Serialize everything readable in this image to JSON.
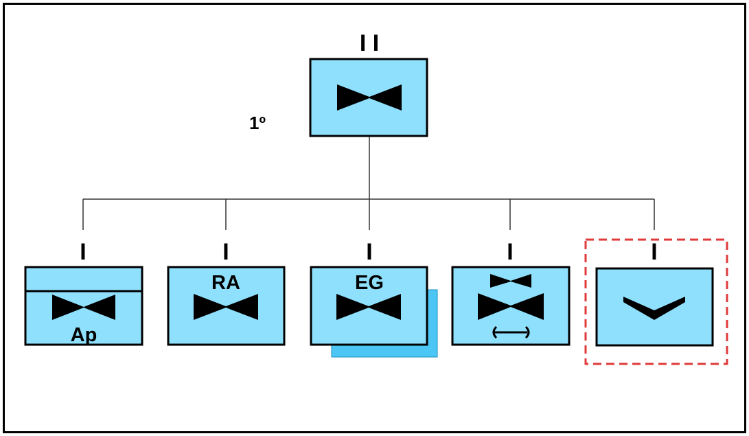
{
  "diagram": {
    "level_label": "1º",
    "top_marker": "I I",
    "child_marker": "I",
    "nodes": [
      {
        "id": "root",
        "label": ""
      },
      {
        "id": "child-ap",
        "label": "Ap"
      },
      {
        "id": "child-ra",
        "label": "RA"
      },
      {
        "id": "child-eg",
        "label": "EG"
      },
      {
        "id": "child-double-valve",
        "label": ""
      },
      {
        "id": "child-chevron",
        "label": ""
      }
    ],
    "highlighted_node": "child-chevron",
    "colors": {
      "box_fill": "#8fe0fd",
      "shadow_fill": "#4cc6f5",
      "highlight_border": "#e03a3a",
      "stroke": "#000000"
    }
  }
}
